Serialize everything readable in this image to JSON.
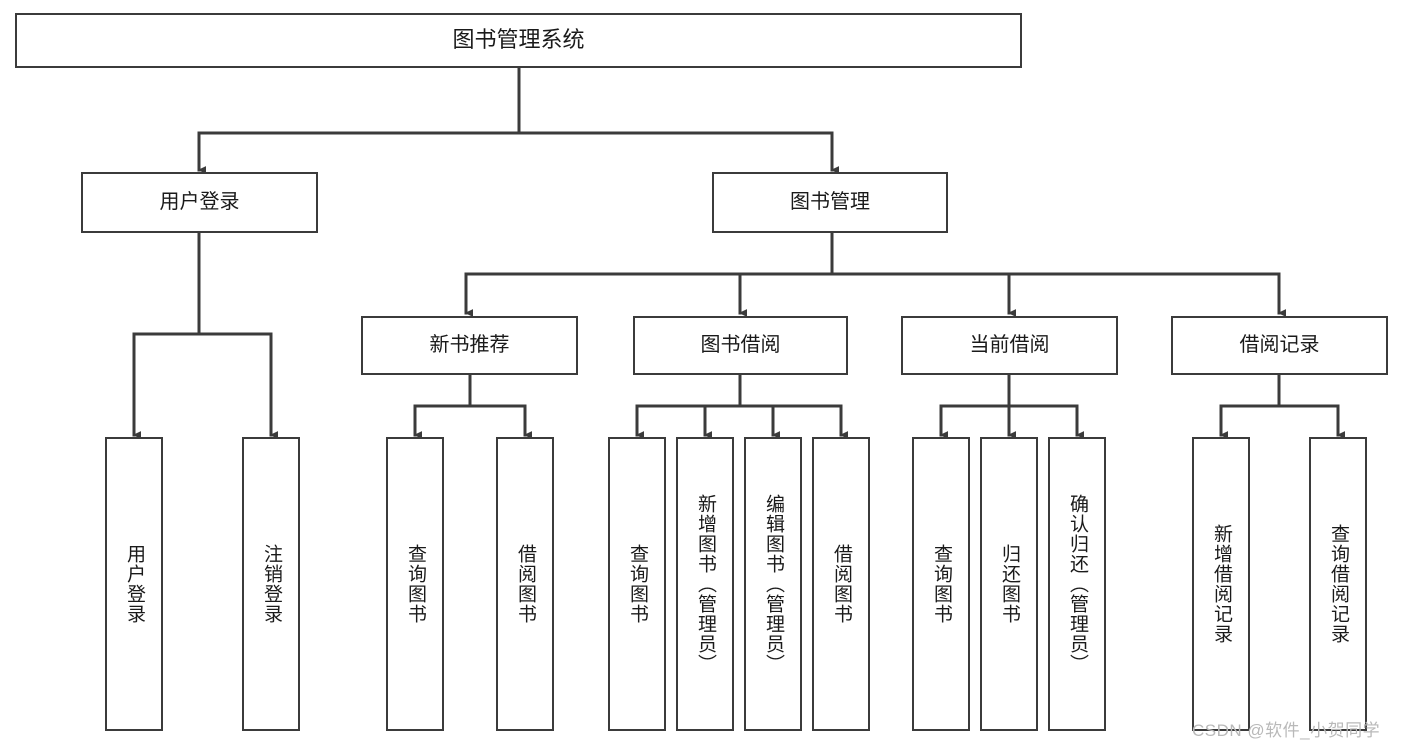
{
  "diagram": {
    "type": "hierarchy-tree",
    "title": "图书管理系统",
    "root": {
      "label": "图书管理系统"
    },
    "level2": [
      {
        "label": "用户登录"
      },
      {
        "label": "图书管理"
      }
    ],
    "level3": [
      {
        "label": "新书推荐"
      },
      {
        "label": "图书借阅"
      },
      {
        "label": "当前借阅"
      },
      {
        "label": "借阅记录"
      }
    ],
    "leaves": {
      "user_login": [
        {
          "label": "用户登录"
        },
        {
          "label": "注销登录"
        }
      ],
      "new_book_recommend": [
        {
          "label": "查询图书"
        },
        {
          "label": "借阅图书"
        }
      ],
      "book_borrow": [
        {
          "label": "查询图书"
        },
        {
          "label": "新增图书（管理员）"
        },
        {
          "label": "编辑图书（管理员）"
        },
        {
          "label": "借阅图书"
        }
      ],
      "current_borrow": [
        {
          "label": "查询图书"
        },
        {
          "label": "归还图书"
        },
        {
          "label": "确认归还（管理员）"
        }
      ],
      "borrow_record": [
        {
          "label": "新增借阅记录"
        },
        {
          "label": "查询借阅记录"
        }
      ]
    }
  },
  "watermark": {
    "text": "CSDN @软件_小贺同学"
  },
  "colors": {
    "stroke": "#3b3b3b",
    "box_fill": "#ffffff",
    "text": "#1a1a1a",
    "watermark": "#b9b9b9",
    "background": "#ffffff"
  }
}
